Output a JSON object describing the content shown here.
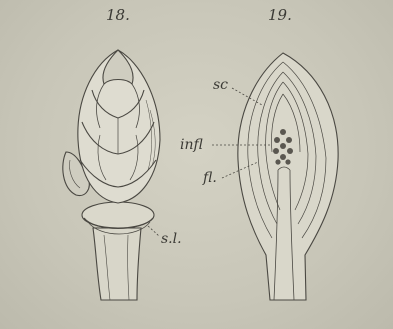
{
  "figures": [
    {
      "number": "18.",
      "labels": {
        "sl": "s.l."
      }
    },
    {
      "number": "19.",
      "labels": {
        "sc": "sc",
        "infl": "infl",
        "fl": "fl."
      }
    }
  ]
}
